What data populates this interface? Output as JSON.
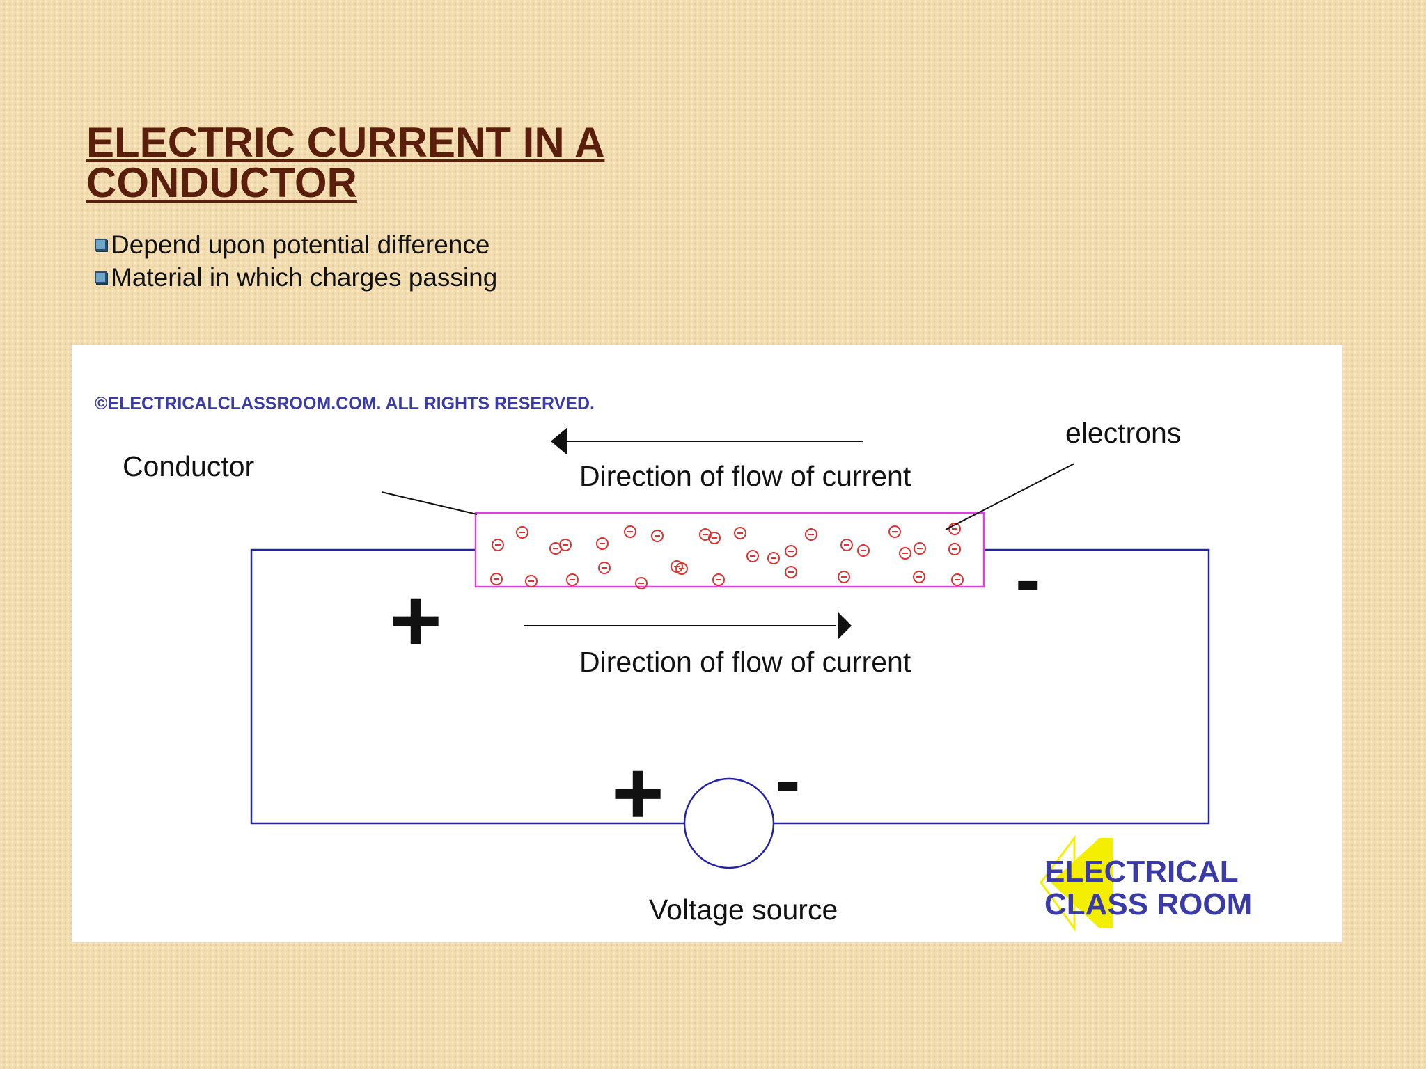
{
  "slide": {
    "title": "ELECTRIC CURRENT IN A CONDUCTOR",
    "bullets": [
      "Depend upon potential difference",
      "Material in which charges passing"
    ]
  },
  "diagram": {
    "copyright": "©ELECTRICALCLASSROOM.COM. ALL RIGHTS RESERVED.",
    "conductor_label": "Conductor",
    "electrons_label": "electrons",
    "electron_current_label": "Direction of flow of current",
    "conventional_current_label": "Direction of flow of current",
    "plus_sign_left": "+",
    "minus_sign_right": "-",
    "source_plus": "+",
    "source_minus": "-",
    "voltage_source_label": "Voltage source",
    "logo_line1": "ELECTRICAL",
    "logo_line2": "CLASS ROOM",
    "electron_symbol": "⊖",
    "colors": {
      "wire": "#2323a8",
      "conductor_border": "#e040e0",
      "electron": "#e03030",
      "logo_text": "#3a3aa8",
      "logo_mark": "#f4ee00",
      "title": "#5a1f0c"
    }
  }
}
